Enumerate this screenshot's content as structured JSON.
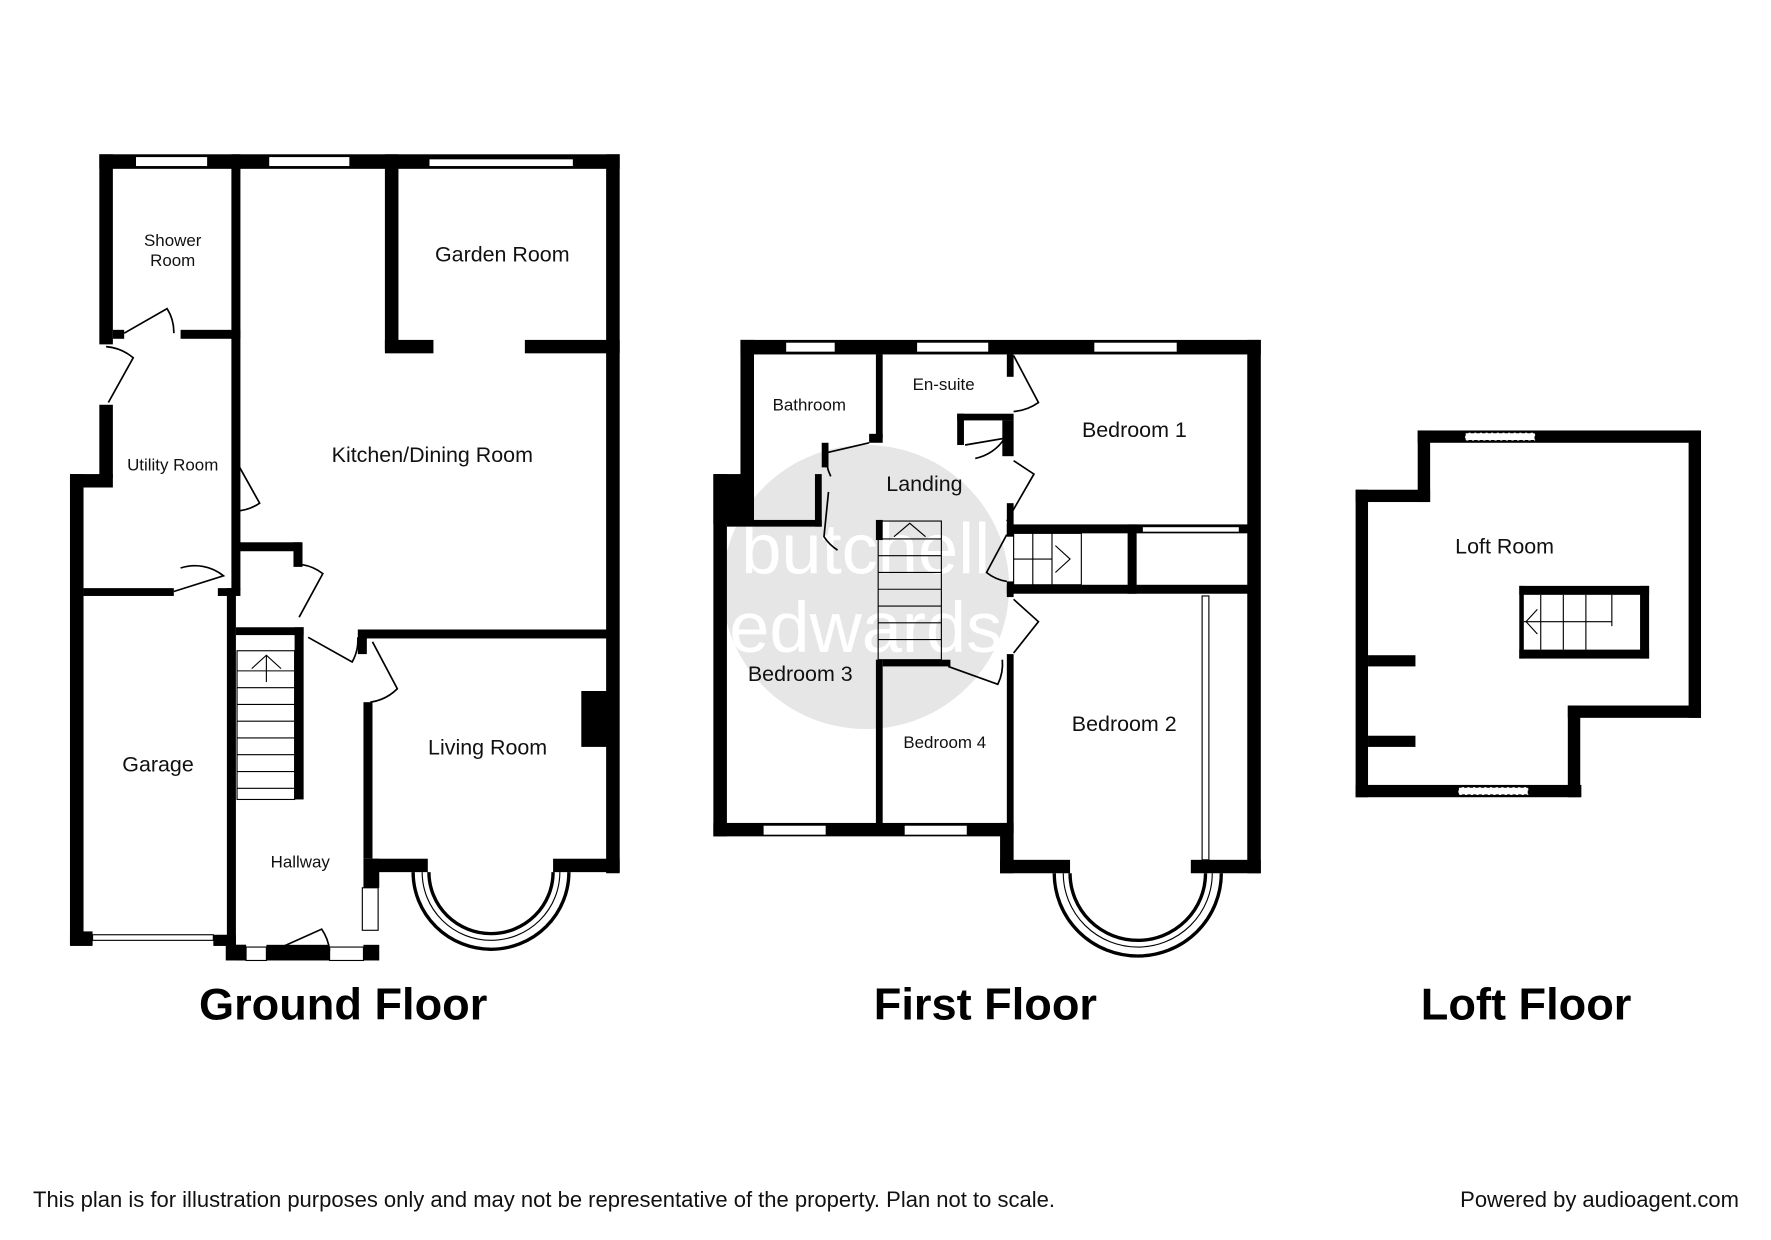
{
  "watermark": {
    "line1": "butchell",
    "line2": "edwards",
    "circle_color": "#e6e6e6"
  },
  "colors": {
    "wall": "#000000",
    "background": "#ffffff",
    "window": "#ffffff"
  },
  "floors": {
    "ground": {
      "title": "Ground Floor",
      "rooms": {
        "shower_room_line1": "Shower",
        "shower_room_line2": "Room",
        "garden_room": "Garden Room",
        "utility_room": "Utility Room",
        "kitchen_dining": "Kitchen/Dining Room",
        "garage": "Garage",
        "living_room": "Living Room",
        "hallway": "Hallway"
      }
    },
    "first": {
      "title": "First Floor",
      "rooms": {
        "bathroom": "Bathroom",
        "en_suite": "En-suite",
        "bedroom_1": "Bedroom 1",
        "landing": "Landing",
        "bedroom_3": "Bedroom 3",
        "bedroom_2": "Bedroom 2",
        "bedroom_4": "Bedroom 4"
      }
    },
    "loft": {
      "title": "Loft Floor",
      "rooms": {
        "loft_room": "Loft Room"
      }
    }
  },
  "footer": {
    "disclaimer": "This plan is for illustration purposes only and may not be representative of the property. Plan not to scale.",
    "powered_by": "Powered by audioagent.com"
  }
}
